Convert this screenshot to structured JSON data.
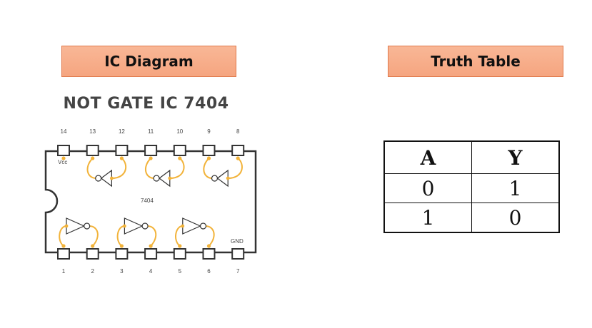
{
  "headers": {
    "ic": "IC Diagram",
    "truth": "Truth Table"
  },
  "chip": {
    "title": "NOT GATE IC 7404",
    "label": "7404",
    "vcc": "Vcc",
    "gnd": "GND",
    "top_pins": [
      "14",
      "13",
      "12",
      "11",
      "10",
      "9",
      "8"
    ],
    "bottom_pins": [
      "1",
      "2",
      "3",
      "4",
      "5",
      "6",
      "7"
    ]
  },
  "truth_table": {
    "columns": [
      "A",
      "Y"
    ],
    "rows": [
      [
        "0",
        "1"
      ],
      [
        "1",
        "0"
      ]
    ]
  },
  "colors": {
    "header_fill": "#f7ad88",
    "wire": "#f2b33a",
    "body": "#333333"
  }
}
